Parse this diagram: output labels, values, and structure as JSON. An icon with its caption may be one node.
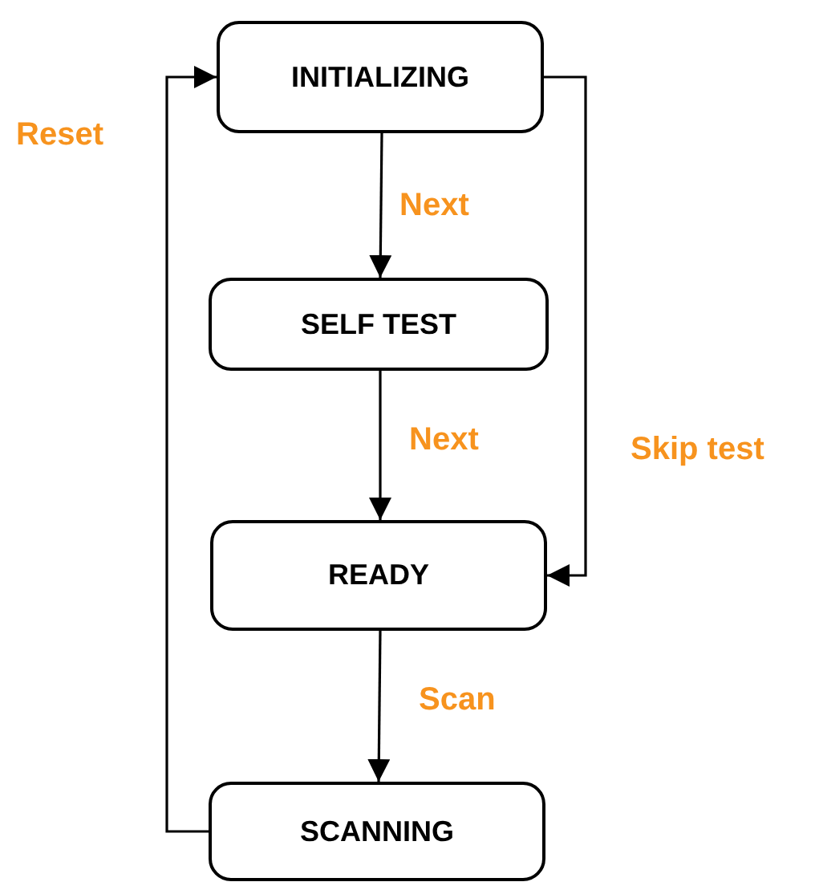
{
  "diagram": {
    "nodes": [
      {
        "text": [
          "INITIALIZING"
        ]
      },
      {
        "text": [
          "SELF TEST"
        ]
      },
      {
        "text": [
          "READY"
        ]
      },
      {
        "text": [
          "SCANNING"
        ]
      }
    ],
    "edges": [
      {
        "from": 0,
        "to": 1,
        "arrow": "to",
        "label": "Next"
      },
      {
        "from": 1,
        "to": 2,
        "arrow": "to",
        "label": "Next"
      },
      {
        "from": 2,
        "to": 3,
        "arrow": "to",
        "label": "Scan"
      },
      {
        "from": 0,
        "to": 2,
        "arrow": "to",
        "label": "Skip test"
      },
      {
        "from": 3,
        "to": 0,
        "arrow": "to",
        "label": "Reset"
      }
    ]
  }
}
